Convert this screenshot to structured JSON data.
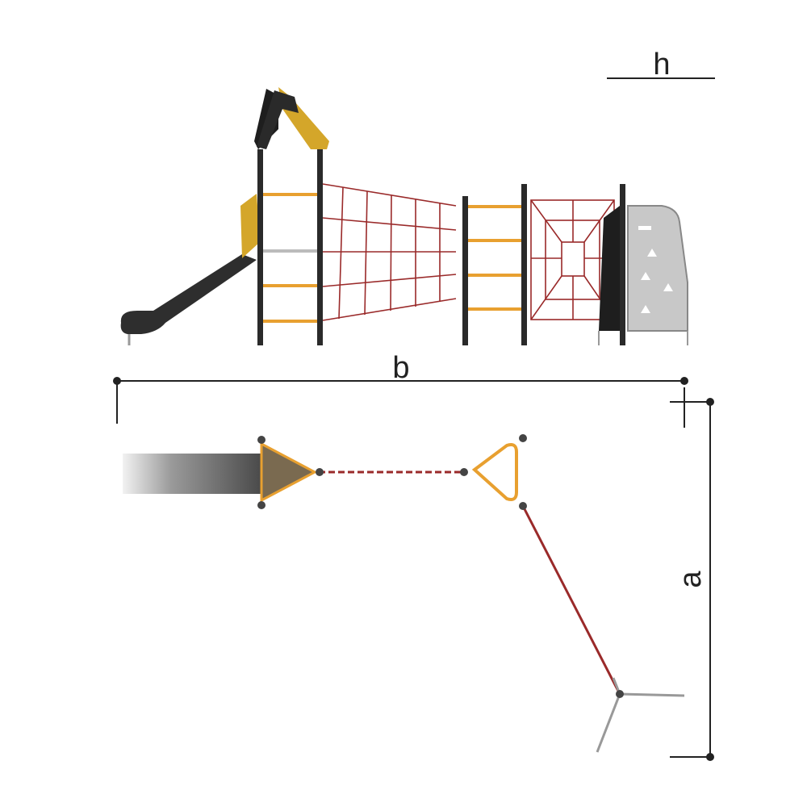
{
  "dimensions": {
    "height_label": "h",
    "width_label": "b",
    "depth_label": "a"
  },
  "colors": {
    "post": "#2a2a2a",
    "yellow": "#d4a62a",
    "rung": "#e8a030",
    "net": "#9a2a2a",
    "wall": "#c8c8c8",
    "line": "#222222"
  }
}
